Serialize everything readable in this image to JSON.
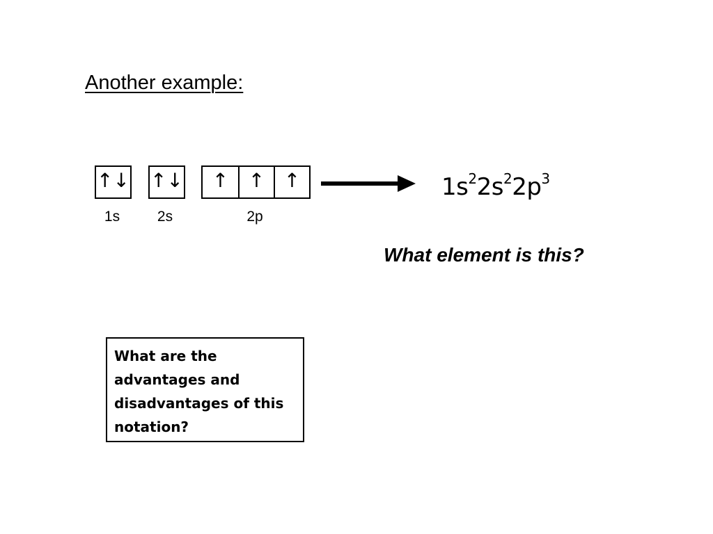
{
  "slide": {
    "title": "Another example:",
    "orbitals": [
      {
        "label": "1s",
        "cells": [
          "↑↓"
        ]
      },
      {
        "label": "2s",
        "cells": [
          "↑↓"
        ]
      },
      {
        "label": "2p",
        "cells": [
          "↑",
          "↑",
          "↑"
        ]
      }
    ],
    "configuration": {
      "parts": [
        {
          "base": "1s",
          "exp": "2"
        },
        {
          "base": "2s",
          "exp": "2"
        },
        {
          "base": "2p",
          "exp": "3"
        }
      ]
    },
    "question": "What element is this?",
    "note": "What are the advantages and disadvantages of this notation?"
  }
}
